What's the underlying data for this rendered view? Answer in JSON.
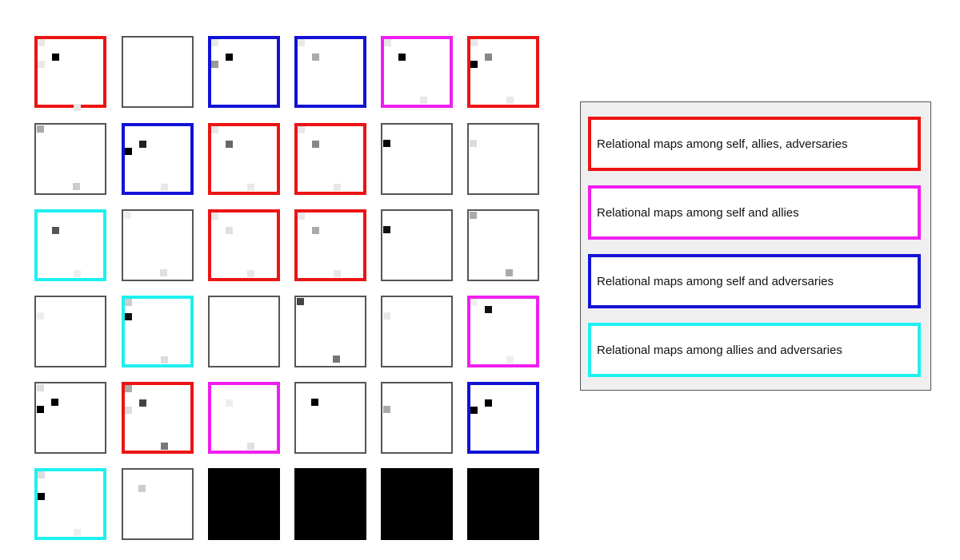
{
  "colors": {
    "red": "#ec1414",
    "blue": "#1212d6",
    "magenta": "#f01ef0",
    "cyan": "#1ef0f0",
    "gray": "#555555"
  },
  "grid": {
    "rows": 6,
    "cols": 6,
    "cells": [
      {
        "border": "red",
        "marks": [
          [
            2,
            2,
            "#000000"
          ],
          [
            0,
            0,
            "#e8e8e8"
          ],
          [
            0,
            3,
            "#e8e8e8"
          ],
          [
            5,
            9,
            "#e8e8e8"
          ]
        ]
      },
      {
        "border": "gray",
        "marks": []
      },
      {
        "border": "blue",
        "marks": [
          [
            2,
            2,
            "#000000"
          ],
          [
            0,
            3,
            "#999999"
          ],
          [
            0,
            0,
            "#e8e8e8"
          ]
        ]
      },
      {
        "border": "blue",
        "marks": [
          [
            2,
            2,
            "#aaaaaa"
          ],
          [
            0,
            0,
            "#e8e8e8"
          ]
        ]
      },
      {
        "border": "magenta",
        "marks": [
          [
            2,
            2,
            "#000000"
          ],
          [
            0,
            0,
            "#e8e8e8"
          ],
          [
            5,
            8,
            "#e8e8e8"
          ]
        ]
      },
      {
        "border": "red",
        "marks": [
          [
            2,
            2,
            "#888888"
          ],
          [
            0,
            3,
            "#000000"
          ],
          [
            0,
            0,
            "#e8e8e8"
          ],
          [
            5,
            8,
            "#e8e8e8"
          ]
        ]
      },
      {
        "border": "gray",
        "marks": [
          [
            0,
            0,
            "#aaaaaa"
          ],
          [
            5,
            8,
            "#cccccc"
          ]
        ]
      },
      {
        "border": "blue",
        "marks": [
          [
            2,
            2,
            "#222222"
          ],
          [
            0,
            3,
            "#000000"
          ],
          [
            5,
            8,
            "#e8e8e8"
          ]
        ]
      },
      {
        "border": "red",
        "marks": [
          [
            2,
            2,
            "#666666"
          ],
          [
            0,
            0,
            "#e8e8e8"
          ],
          [
            5,
            8,
            "#e8e8e8"
          ]
        ]
      },
      {
        "border": "red",
        "marks": [
          [
            2,
            2,
            "#888888"
          ],
          [
            0,
            0,
            "#e8e8e8"
          ],
          [
            5,
            8,
            "#e8e8e8"
          ]
        ]
      },
      {
        "border": "gray",
        "marks": [
          [
            0,
            2,
            "#000000"
          ]
        ]
      },
      {
        "border": "gray",
        "marks": [
          [
            0,
            2,
            "#dddddd"
          ]
        ]
      },
      {
        "border": "cyan",
        "marks": [
          [
            2,
            2,
            "#555555"
          ],
          [
            5,
            8,
            "#eeeeee"
          ]
        ]
      },
      {
        "border": "gray",
        "marks": [
          [
            0,
            0,
            "#eeeeee"
          ],
          [
            5,
            8,
            "#e0e0e0"
          ]
        ]
      },
      {
        "border": "red",
        "marks": [
          [
            2,
            2,
            "#e0e0e0"
          ],
          [
            0,
            0,
            "#e8e8e8"
          ],
          [
            5,
            8,
            "#e8e8e8"
          ]
        ]
      },
      {
        "border": "red",
        "marks": [
          [
            2,
            2,
            "#aaaaaa"
          ],
          [
            0,
            0,
            "#e8e8e8"
          ],
          [
            5,
            8,
            "#e8e8e8"
          ]
        ]
      },
      {
        "border": "gray",
        "marks": [
          [
            0,
            2,
            "#111111"
          ]
        ]
      },
      {
        "border": "gray",
        "marks": [
          [
            0,
            0,
            "#aaaaaa"
          ],
          [
            5,
            8,
            "#aaaaaa"
          ]
        ]
      },
      {
        "border": "gray",
        "marks": [
          [
            0,
            2,
            "#eeeeee"
          ]
        ]
      },
      {
        "border": "cyan",
        "marks": [
          [
            0,
            0,
            "#cccccc"
          ],
          [
            0,
            2,
            "#111111"
          ],
          [
            5,
            8,
            "#dddddd"
          ]
        ]
      },
      {
        "border": "gray",
        "marks": []
      },
      {
        "border": "gray",
        "marks": [
          [
            0,
            0,
            "#444444"
          ],
          [
            5,
            8,
            "#777777"
          ]
        ]
      },
      {
        "border": "gray",
        "marks": [
          [
            0,
            2,
            "#e8e8e8"
          ]
        ]
      },
      {
        "border": "magenta",
        "marks": [
          [
            2,
            1,
            "#111111"
          ],
          [
            0,
            0,
            "#f0f0f0"
          ],
          [
            5,
            8,
            "#eeeeee"
          ]
        ]
      },
      {
        "border": "gray",
        "marks": [
          [
            2,
            2,
            "#000000"
          ],
          [
            0,
            3,
            "#000000"
          ],
          [
            0,
            0,
            "#dddddd"
          ]
        ]
      },
      {
        "border": "red",
        "marks": [
          [
            2,
            2,
            "#444444"
          ],
          [
            0,
            0,
            "#aaaaaa"
          ],
          [
            0,
            3,
            "#dddddd"
          ],
          [
            5,
            8,
            "#777777"
          ]
        ]
      },
      {
        "border": "magenta",
        "marks": [
          [
            2,
            2,
            "#eeeeee"
          ],
          [
            5,
            8,
            "#e0e0e0"
          ]
        ]
      },
      {
        "border": "gray",
        "marks": [
          [
            2,
            2,
            "#000000"
          ]
        ]
      },
      {
        "border": "gray",
        "marks": [
          [
            0,
            3,
            "#aaaaaa"
          ]
        ]
      },
      {
        "border": "blue",
        "marks": [
          [
            2,
            2,
            "#000000"
          ],
          [
            0,
            3,
            "#000000"
          ]
        ]
      },
      {
        "border": "cyan",
        "marks": [
          [
            0,
            0,
            "#dddddd"
          ],
          [
            0,
            3,
            "#000000"
          ],
          [
            5,
            8,
            "#eeeeee"
          ]
        ]
      },
      {
        "border": "gray",
        "marks": [
          [
            2,
            2,
            "#cccccc"
          ]
        ]
      },
      {
        "border": "black",
        "marks": []
      },
      {
        "border": "black",
        "marks": []
      },
      {
        "border": "black",
        "marks": []
      },
      {
        "border": "black",
        "marks": []
      }
    ]
  },
  "legend": {
    "items": [
      {
        "label": "Relational maps among self, allies, adversaries",
        "color": "red"
      },
      {
        "label": "Relational maps among self and allies",
        "color": "magenta"
      },
      {
        "label": "Relational maps among self and adversaries",
        "color": "blue"
      },
      {
        "label": "Relational maps among allies and adversaries",
        "color": "cyan"
      }
    ]
  }
}
